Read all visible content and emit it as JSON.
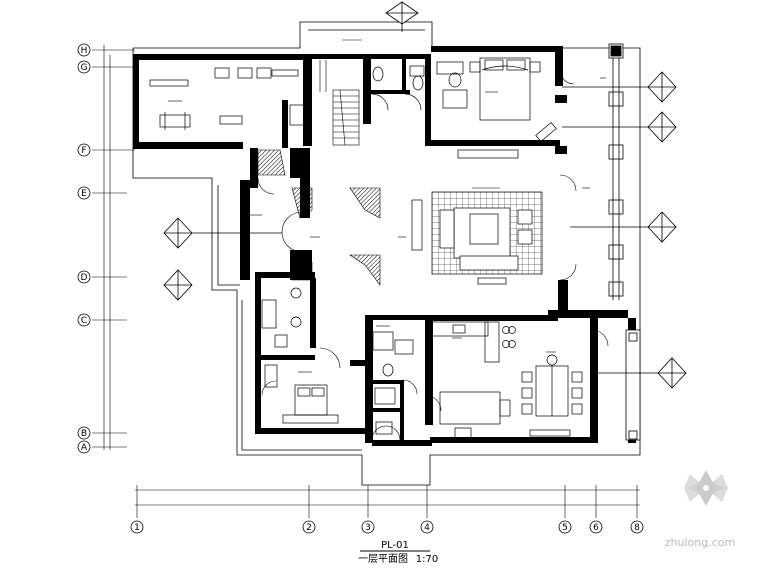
{
  "drawing": {
    "title": "一层平面图",
    "scale": "1:70",
    "code": "PL-01"
  },
  "axes": {
    "vertical": [
      "1",
      "2",
      "3",
      "4",
      "5",
      "6",
      "8"
    ],
    "horizontal": [
      "H",
      "G",
      "F",
      "E",
      "D",
      "C",
      "B",
      "A"
    ]
  },
  "watermark": "zhulong.com",
  "colors": {
    "wall": "#000000",
    "hatch": "#000000",
    "background": "#ffffff",
    "watermark": "#b4b4b4"
  }
}
